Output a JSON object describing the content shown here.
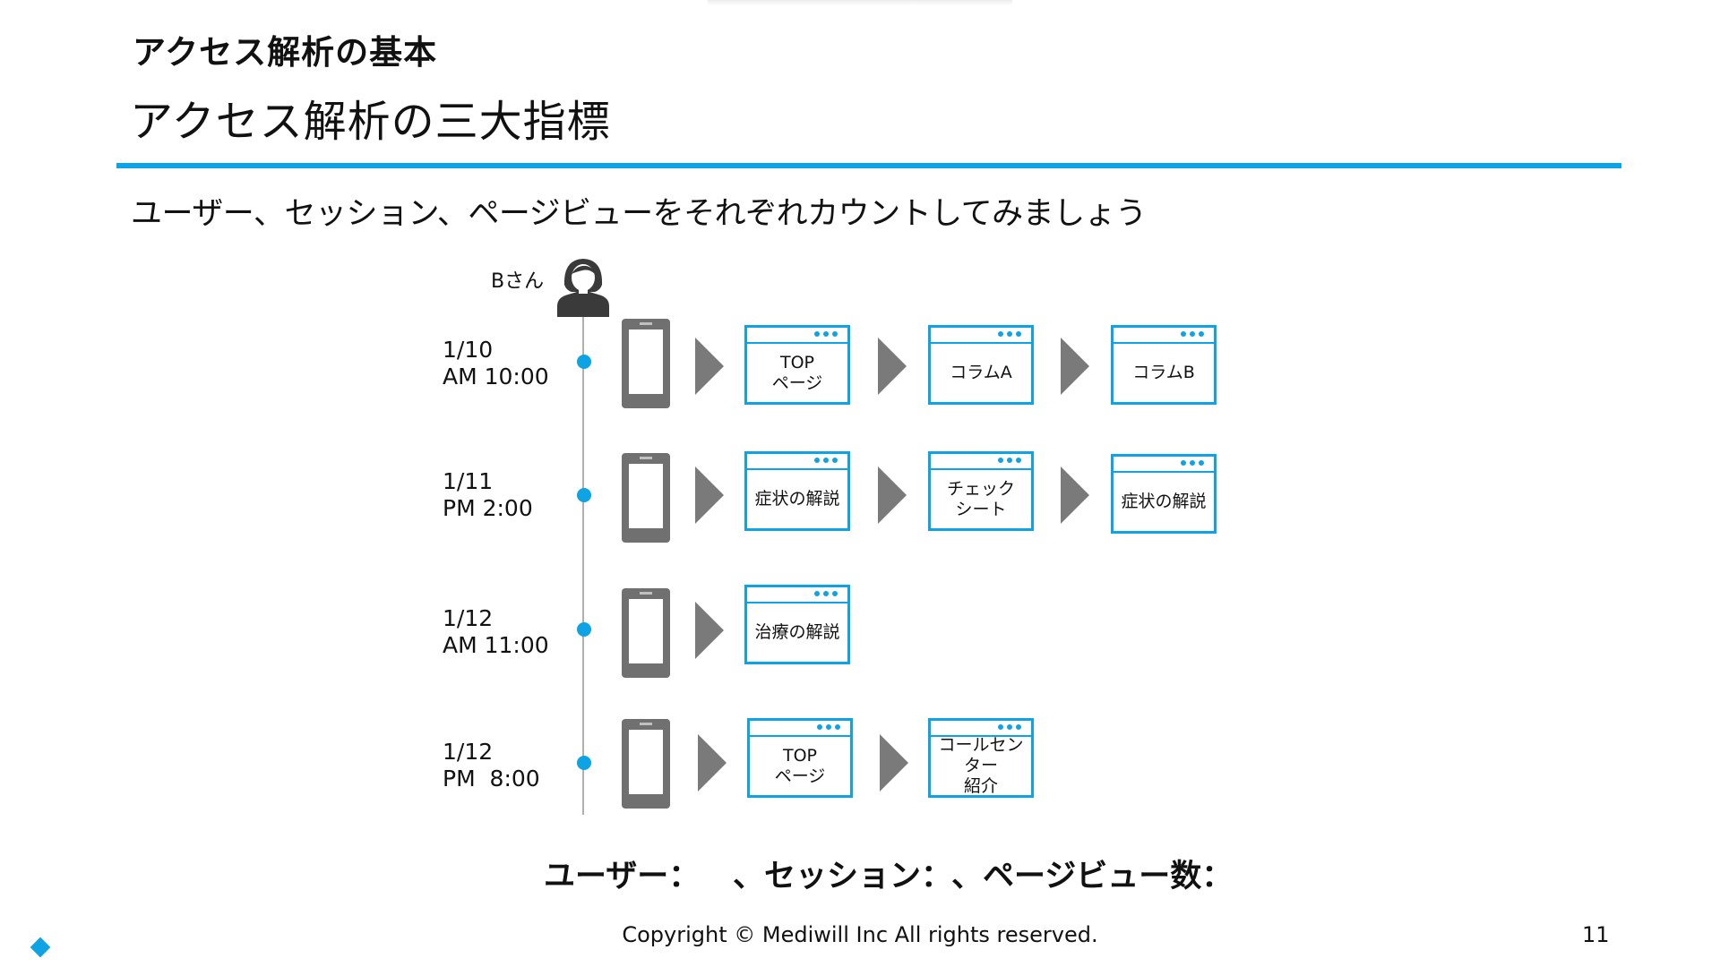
{
  "header": {
    "section_title": "アクセス解析の基本",
    "slide_title": "アクセス解析の三大指標"
  },
  "instruction": "ユーザー、セッション、ページビューをそれぞれカウントしてみましょう",
  "person": {
    "label": "Bさん",
    "icon": "user-female-icon"
  },
  "sessions": [
    {
      "date": "1/10\nAM 10:00",
      "pages": [
        "TOP\nページ",
        "コラムA",
        "コラムB"
      ]
    },
    {
      "date": "1/11\nPM 2:00",
      "pages": [
        "症状の解説",
        "チェック\nシート",
        "症状の解説"
      ]
    },
    {
      "date": "1/12\nAM 11:00",
      "pages": [
        "治療の解説"
      ]
    },
    {
      "date": "1/12\nPM  8:00",
      "pages": [
        "TOP\nページ",
        "コールセンター\n紹介"
      ]
    }
  ],
  "counts": {
    "users": "ユーザー：",
    "sessions": "、セッション：",
    "pageviews": "、ページビュー数："
  },
  "footer": {
    "copyright": "Copyright © Mediwill Inc All rights reserved.",
    "page_number": "11"
  },
  "colors": {
    "accent": "#0ea3e4",
    "device_gray": "#707070",
    "arrow_gray": "#7a7a7a"
  }
}
